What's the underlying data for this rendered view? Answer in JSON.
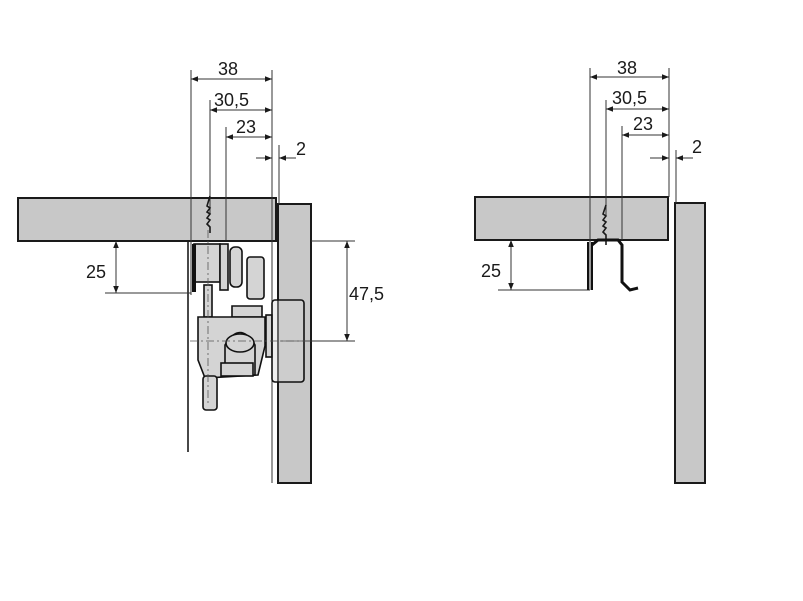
{
  "left_drawing": {
    "dim_38": "38",
    "dim_30_5": "30,5",
    "dim_23": "23",
    "dim_2": "2",
    "dim_25": "25",
    "dim_47_5": "47,5"
  },
  "right_drawing": {
    "dim_38": "38",
    "dim_30_5": "30,5",
    "dim_23": "23",
    "dim_2": "2",
    "dim_25": "25"
  },
  "colors": {
    "panel": "#c8c8c8",
    "line": "#1a1a1a"
  }
}
